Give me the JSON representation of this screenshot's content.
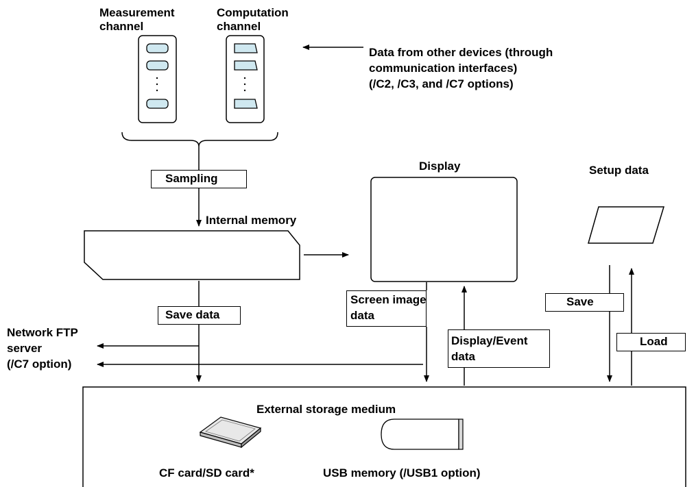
{
  "labels": {
    "measurement_channel_1": "Measurement",
    "measurement_channel_2": "channel",
    "computation_channel_1": "Computation",
    "computation_channel_2": "channel",
    "other_devices_1": "Data from other devices (through",
    "other_devices_2": "communication interfaces)",
    "other_devices_3": "(/C2, /C3, and /C7 options)",
    "sampling": "Sampling",
    "internal_memory": "Internal memory",
    "display": "Display",
    "setup_data": "Setup data",
    "save_data": "Save data",
    "screen_image_1": "Screen image",
    "screen_image_2": "data",
    "display_event_1": "Display/Event",
    "display_event_2": "data",
    "save": "Save",
    "load": "Load",
    "ftp_1": "Network FTP",
    "ftp_2": "server",
    "ftp_3": "(/C7 option)",
    "external_storage": "External storage medium",
    "cf_card": "CF card/SD card*",
    "usb_memory": "USB memory (/USB1 option)"
  },
  "colors": {
    "channel_fill": "#cfe8f0",
    "line": "#000000"
  }
}
